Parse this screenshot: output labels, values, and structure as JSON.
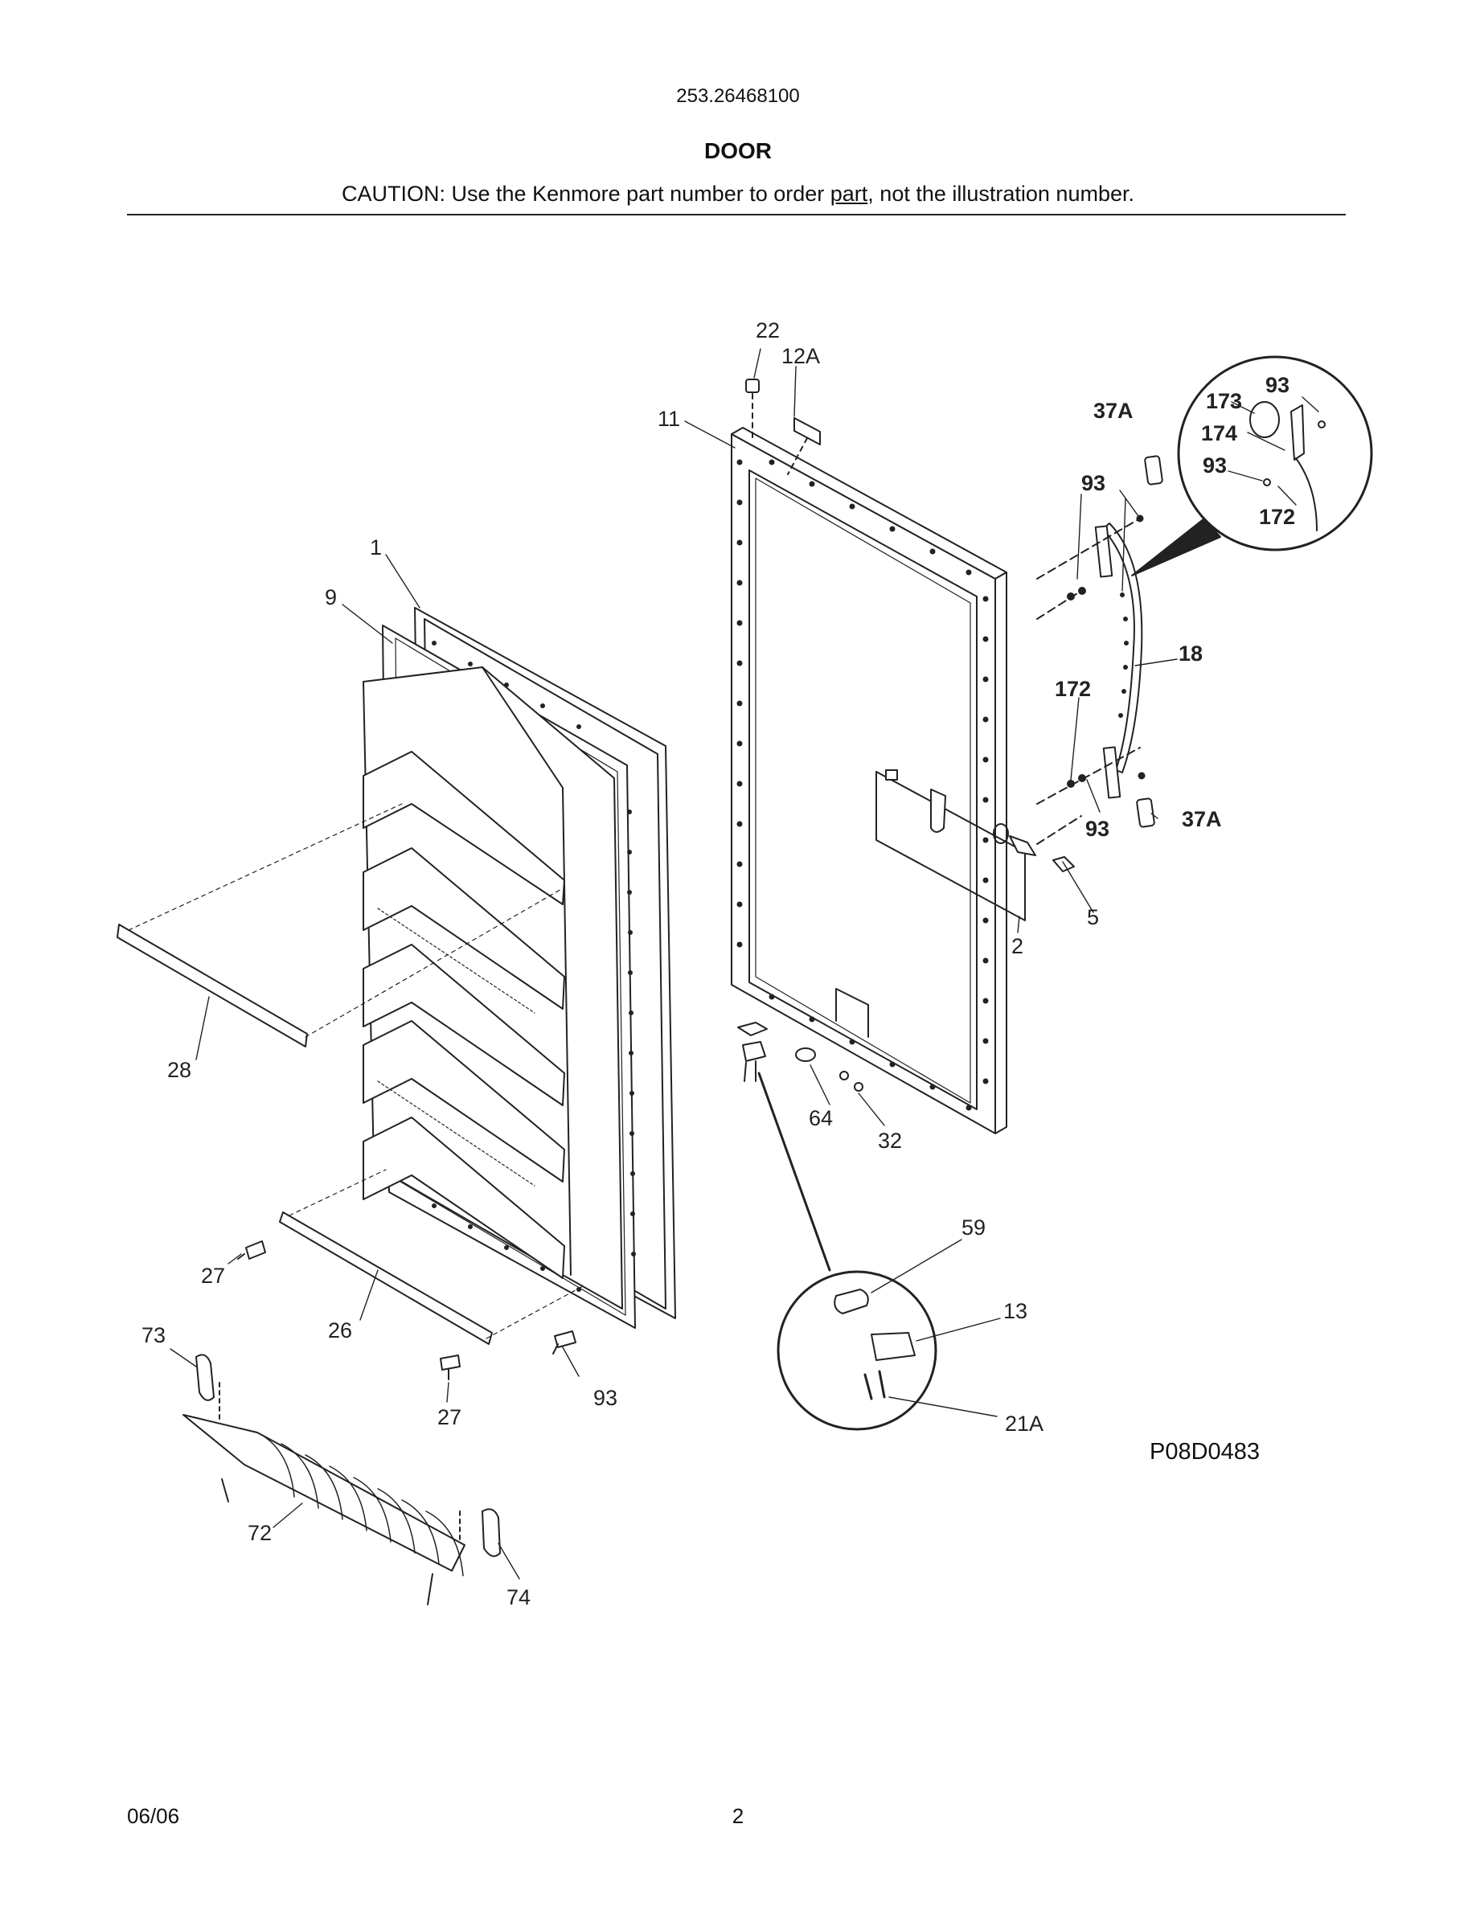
{
  "header": {
    "model_number": "253.26468100",
    "section_title": "DOOR",
    "caution_before": "CAUTION: Use the Kenmore part number to order ",
    "caution_underlined": "part",
    "caution_after": ", not the illustration number."
  },
  "diagram": {
    "code": "P08D0483",
    "callouts": {
      "c1": "1",
      "c2": "2",
      "c5": "5",
      "c9": "9",
      "c11": "11",
      "c12a": "12A",
      "c13": "13",
      "c18": "18",
      "c21a": "21A",
      "c22": "22",
      "c26": "26",
      "c27a": "27",
      "c27b": "27",
      "c28": "28",
      "c32": "32",
      "c37a_top": "37A",
      "c37a_bottom": "37A",
      "c59": "59",
      "c64": "64",
      "c72": "72",
      "c73": "73",
      "c74": "74",
      "c93_left": "93",
      "c93_handle_top": "93",
      "c93_handle_bottom": "93",
      "c93_inset_top": "93",
      "c93_inset_mid": "93",
      "c172_handle": "172",
      "c172_inset": "172",
      "c173": "173",
      "c174": "174"
    }
  },
  "footer": {
    "date": "06/06",
    "page": "2"
  }
}
